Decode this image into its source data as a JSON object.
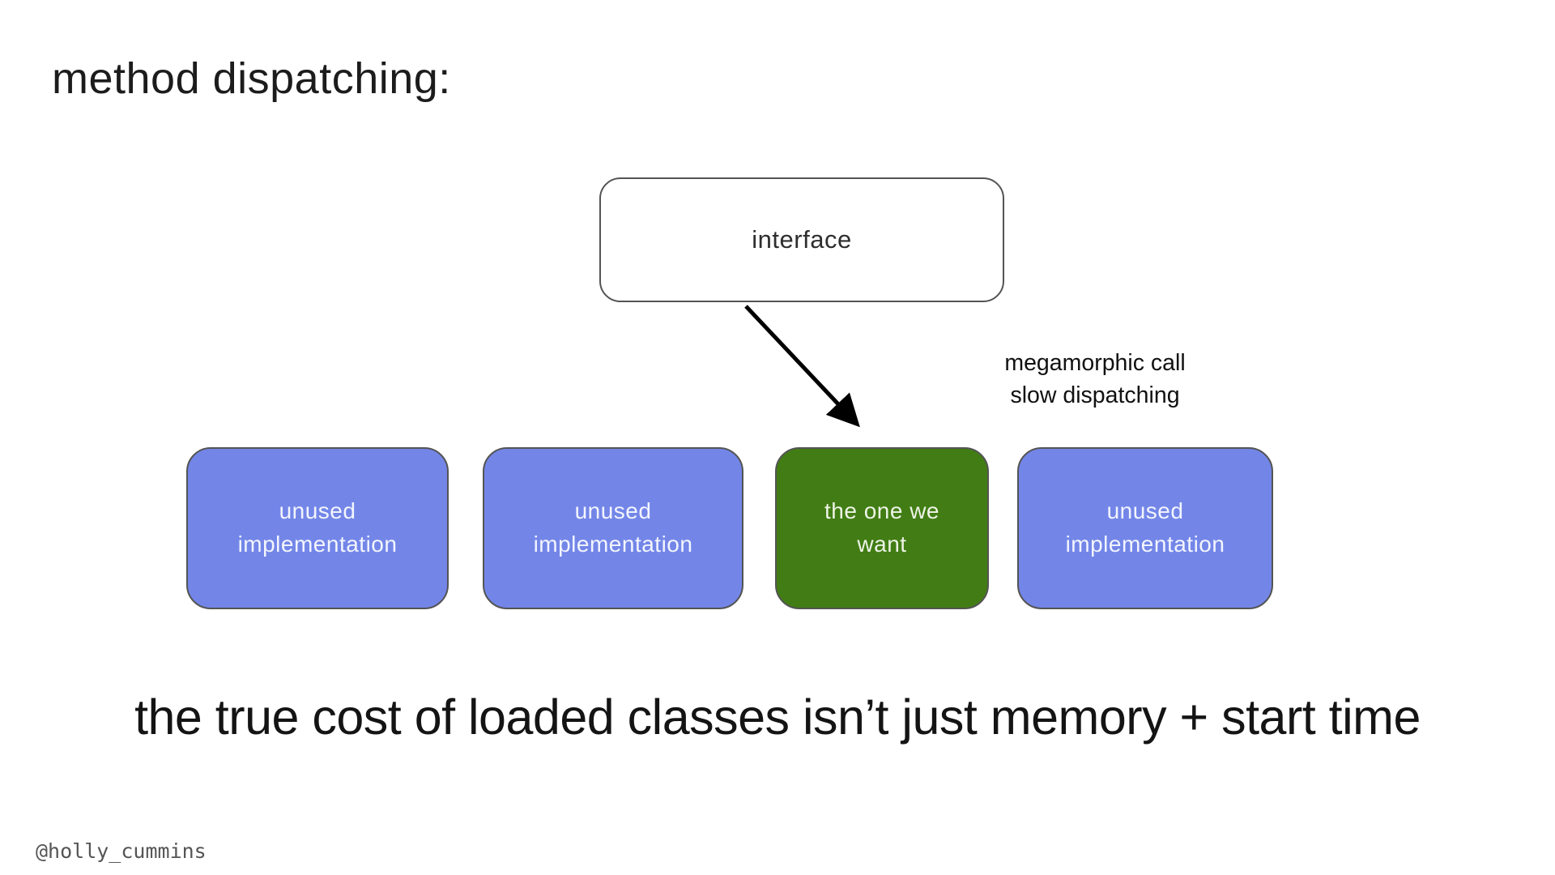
{
  "slide": {
    "title": "method dispatching:",
    "interface_node": {
      "label": "interface"
    },
    "annotation": {
      "line1": "megamorphic call",
      "line2": "slow dispatching"
    },
    "implementations": [
      {
        "line1": "unused",
        "line2": "implementation",
        "type": "unused"
      },
      {
        "line1": "unused",
        "line2": "implementation",
        "type": "unused"
      },
      {
        "line1": "the one we",
        "line2": "want",
        "type": "target"
      },
      {
        "line1": "unused",
        "line2": "implementation",
        "type": "unused"
      }
    ],
    "statement": "the true cost of loaded classes isn’t just memory + start time",
    "footer": "@holly_cummins",
    "colors": {
      "unused_fill": "#7386e8",
      "target_fill": "#417d14",
      "node_border": "#545454",
      "arrow": "#000000",
      "background": "#ffffff",
      "text_dark": "#1c1c1c",
      "text_light": "#f3f5fd",
      "footer_gray": "#555555"
    }
  }
}
